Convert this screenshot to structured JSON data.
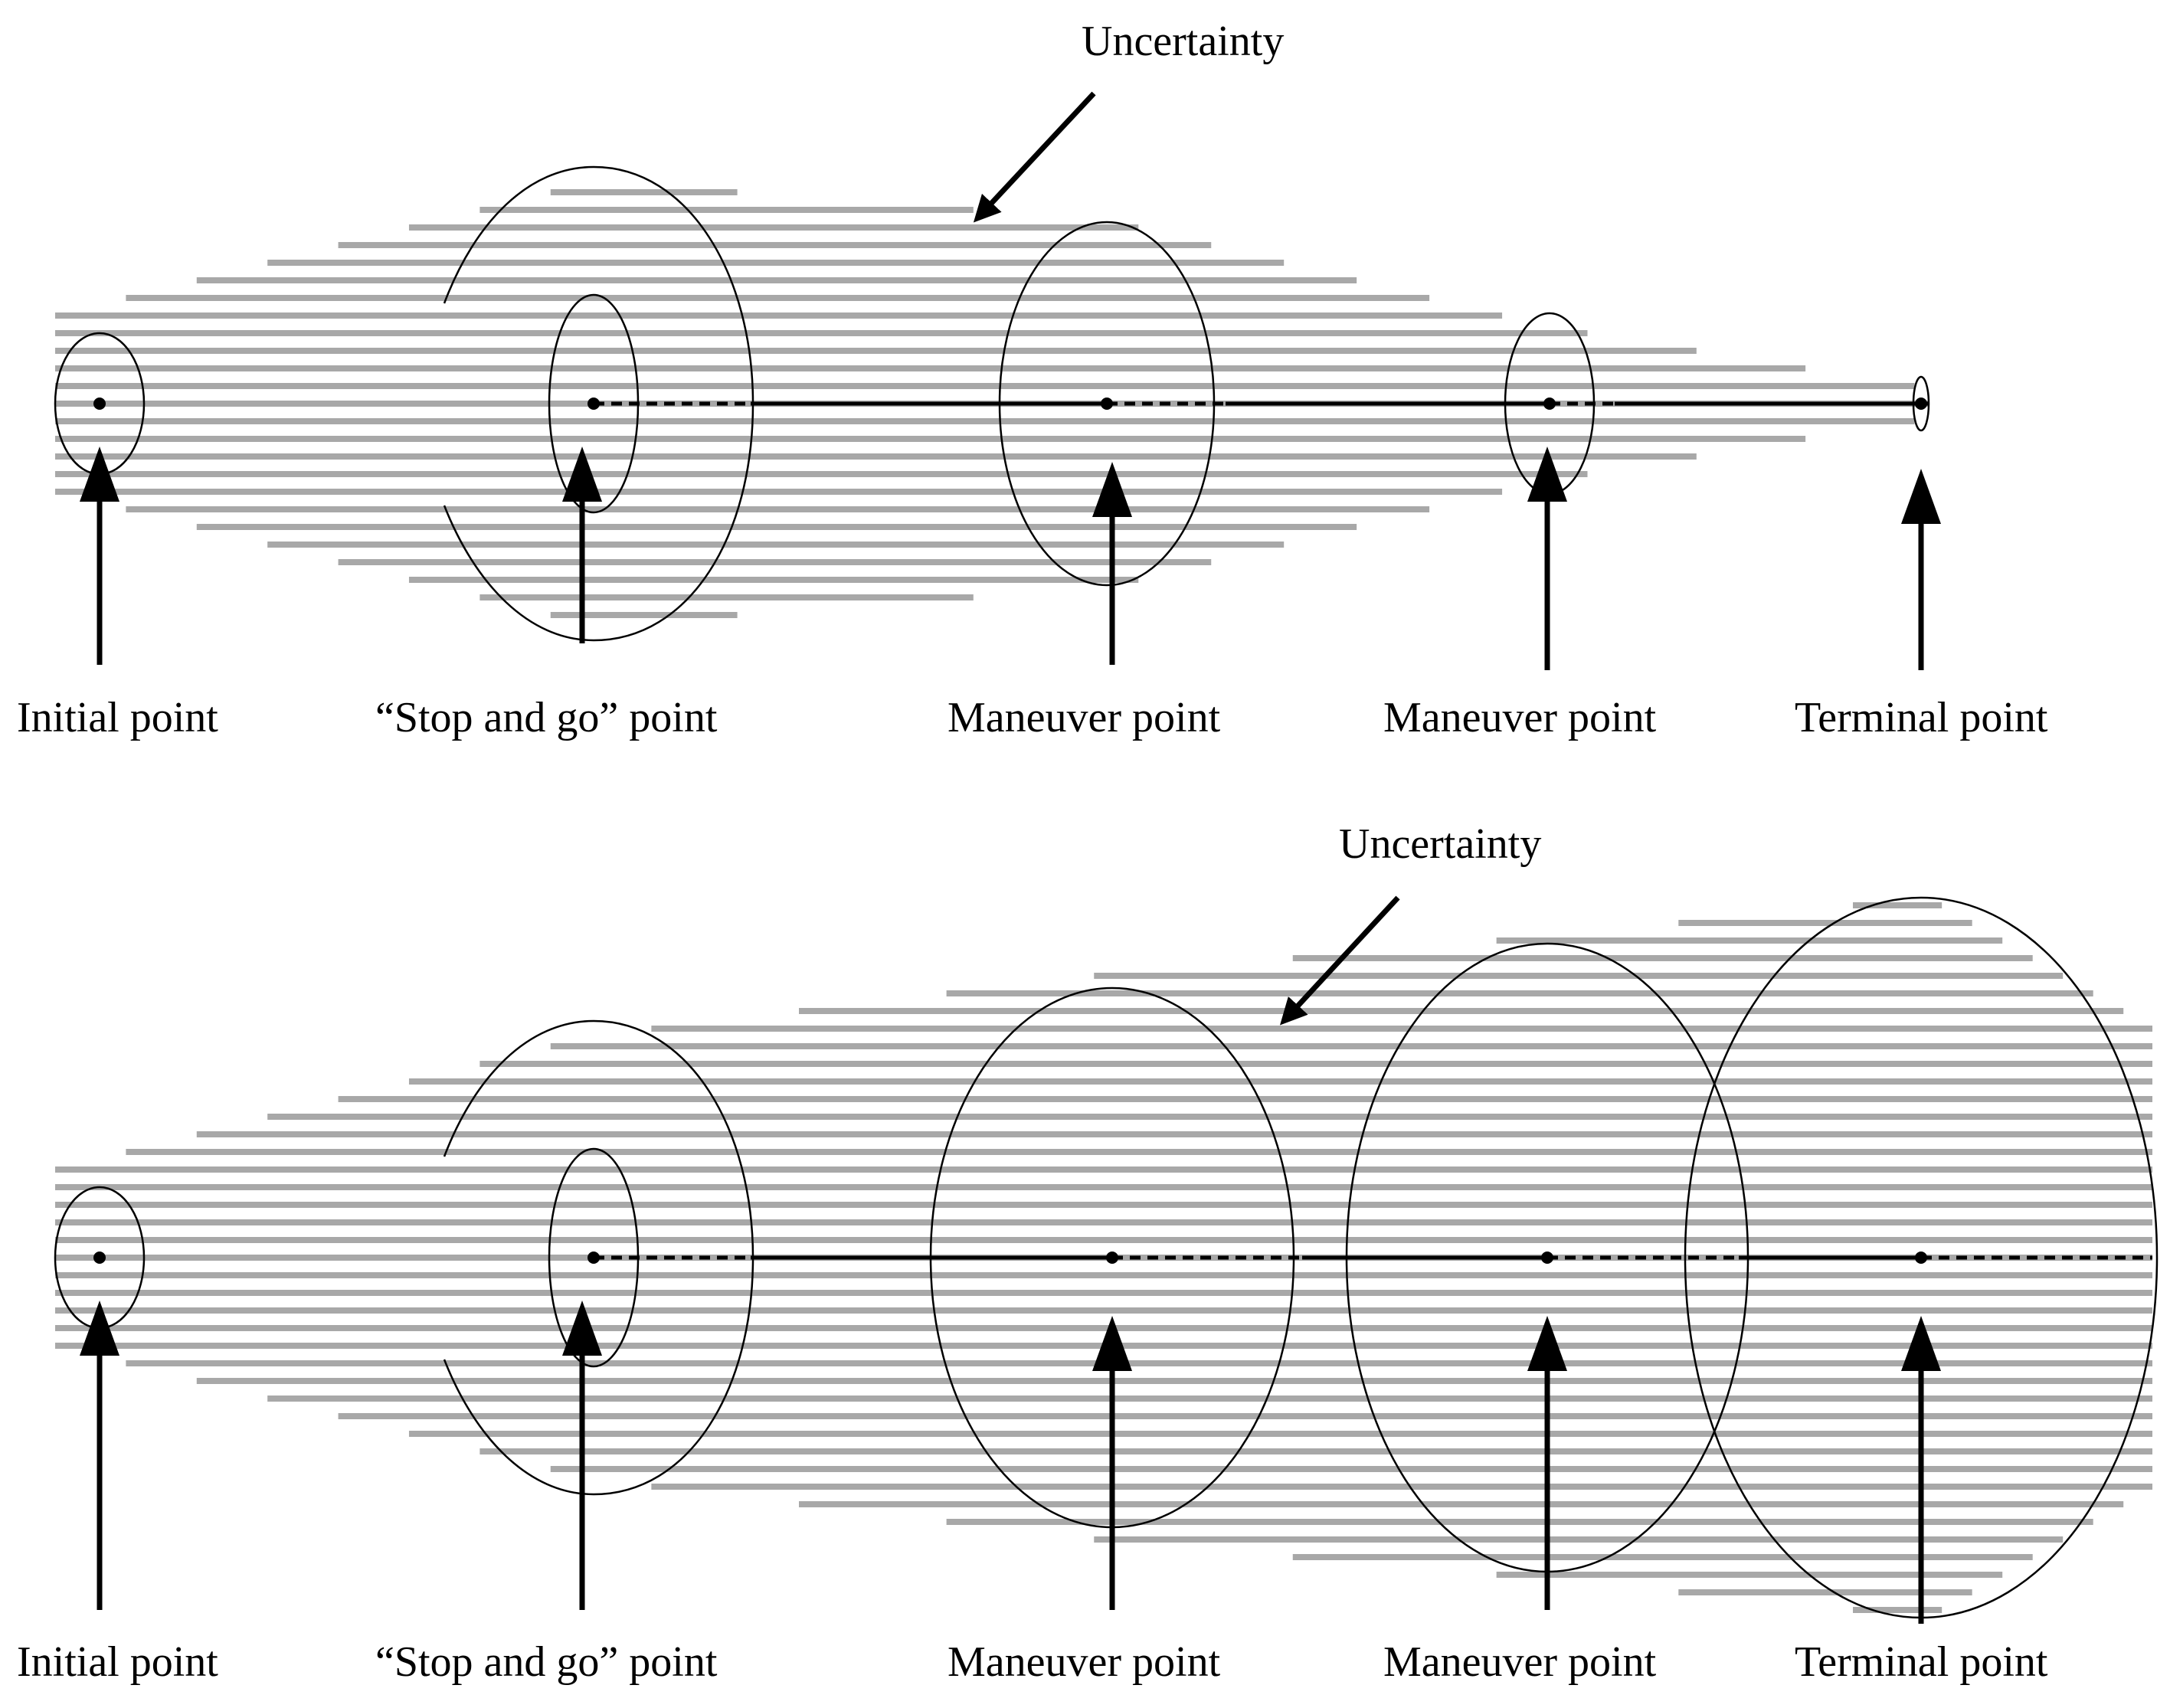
{
  "colors": {
    "line": "#000000",
    "stripe": "#a8a8a8",
    "background": "#ffffff"
  },
  "panels": [
    {
      "id": "top",
      "uncertainty_label": "Uncertainty",
      "point_labels": [
        "Initial point",
        "“Stop and go” point",
        "Maneuver point",
        "Maneuver point",
        "Terminal point"
      ],
      "trend": "uncertainty shrinks toward terminal point"
    },
    {
      "id": "bottom",
      "uncertainty_label": "Uncertainty",
      "point_labels": [
        "Initial point",
        "“Stop and go” point",
        "Maneuver point",
        "Maneuver point",
        "Terminal point"
      ],
      "trend": "uncertainty grows toward terminal point"
    }
  ]
}
